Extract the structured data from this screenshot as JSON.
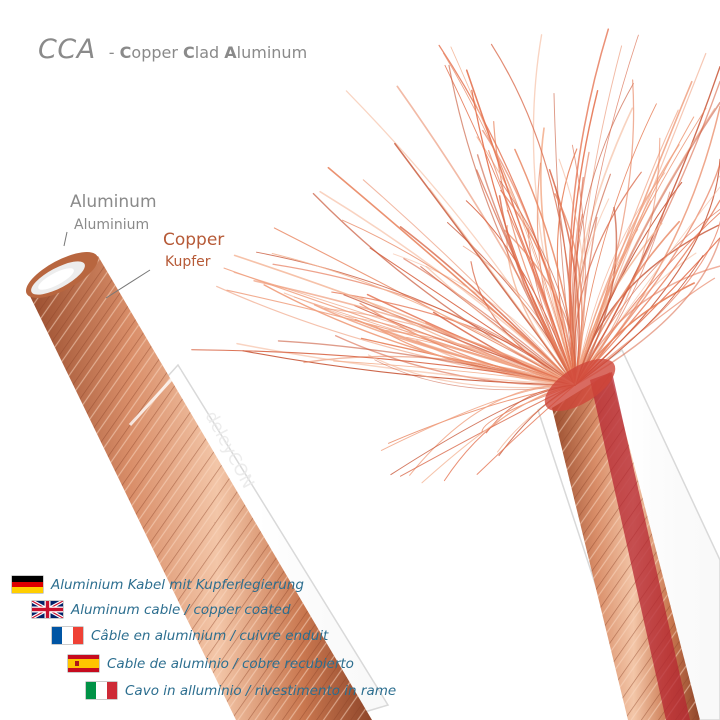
{
  "headline": {
    "main": "CCA",
    "dash": "-",
    "sub_parts": [
      {
        "initial": "C",
        "rest": "opper"
      },
      {
        "initial": "C",
        "rest": "lad"
      },
      {
        "initial": "A",
        "rest": "luminum"
      }
    ]
  },
  "labels": {
    "aluminum_en": "Aluminum",
    "aluminum_de": "Aluminium",
    "copper_en": "Copper",
    "copper_de": "Kupfer"
  },
  "jacket_print": "deleyCON",
  "languages": [
    {
      "flag": "germany-flag-icon",
      "text": "Aluminium Kabel mit Kupferlegierung"
    },
    {
      "flag": "uk-flag-icon",
      "text": "Aluminum cable / copper coated"
    },
    {
      "flag": "france-flag-icon",
      "text": "Câble en aluminium / cuivre enduit"
    },
    {
      "flag": "spain-flag-icon",
      "text": "Cable de aluminio / cobre recubierto"
    },
    {
      "flag": "italy-flag-icon",
      "text": "Cavo in alluminio / rivestimento in rame"
    }
  ],
  "colors": {
    "copper": "#c97a55",
    "copper_dark": "#9a4e2f",
    "copper_light": "#f1c3a3",
    "red_core": "#c02730",
    "label_copper": "#b65a37",
    "label_gray": "#8a8a8a",
    "lang_text": "#2c6e8f"
  }
}
